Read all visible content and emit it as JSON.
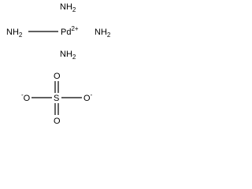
{
  "complex": {
    "metal": {
      "symbol": "Pd",
      "charge": "2+"
    },
    "ligands": [
      {
        "id": "top",
        "main": "NH",
        "sub": "2"
      },
      {
        "id": "left",
        "main": "NH",
        "sub": "2"
      },
      {
        "id": "right",
        "main": "NH",
        "sub": "2"
      },
      {
        "id": "bottom",
        "main": "NH",
        "sub": "2"
      }
    ]
  },
  "anion": {
    "center": "S",
    "oxygens": [
      {
        "id": "top",
        "label": "O"
      },
      {
        "id": "bottom",
        "label": "O"
      },
      {
        "id": "left",
        "label": "O",
        "charge": "-"
      },
      {
        "id": "right",
        "label": "O",
        "charge": "-"
      }
    ]
  },
  "colors": {
    "ink": "#000000",
    "background": "#ffffff"
  }
}
